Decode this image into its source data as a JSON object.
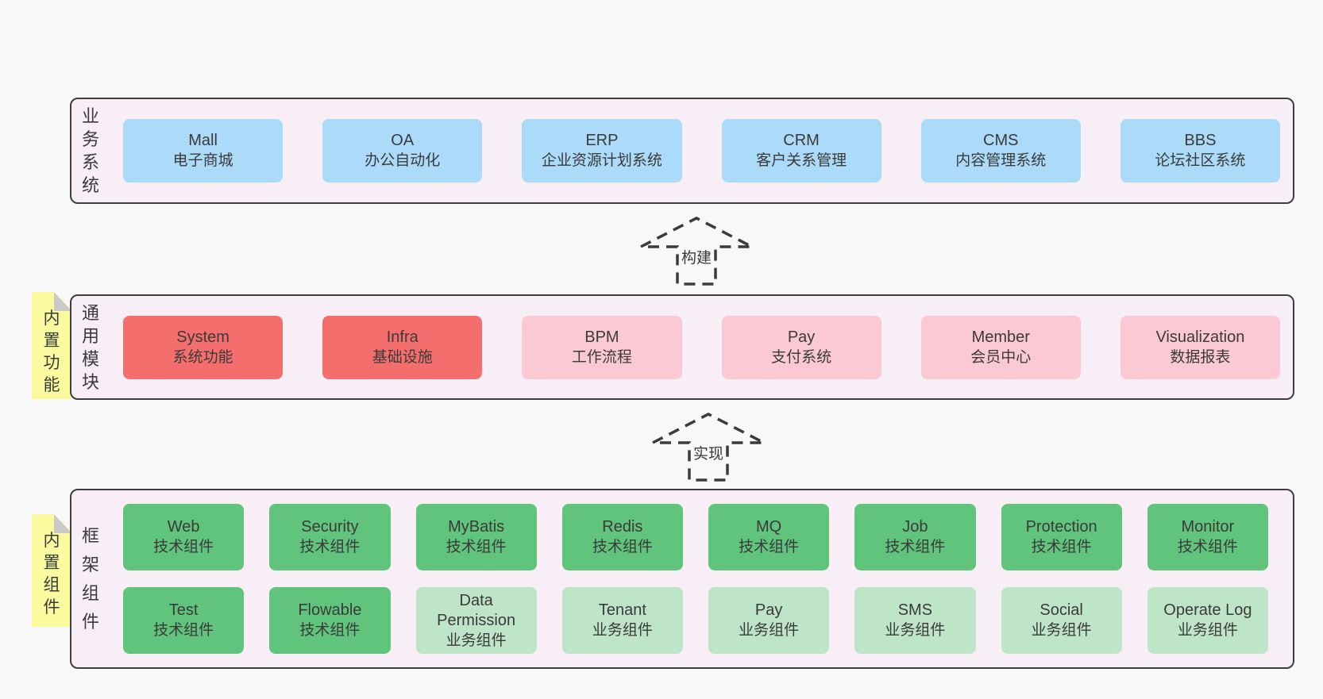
{
  "colors": {
    "page-bg": "#f8f8f8",
    "band-bg": "#f7eef6",
    "band-border": "#3e3e3e",
    "box-text": "#3a3a3a",
    "blue": "#abdbf8",
    "red": "#f56e6e",
    "pink": "#fbc9d3",
    "green": "#60c47c",
    "green-light": "#bee5c8",
    "note-bg": "#fbfa9e",
    "note-fold": "#c9c9c9",
    "arrow-stroke": "#3b3b3b"
  },
  "bands": {
    "business": {
      "label": "业务系统",
      "boxes": [
        {
          "name": "Mall",
          "subtitle": "电子商城"
        },
        {
          "name": "OA",
          "subtitle": "办公自动化"
        },
        {
          "name": "ERP",
          "subtitle": "企业资源计划系统"
        },
        {
          "name": "CRM",
          "subtitle": "客户关系管理"
        },
        {
          "name": "CMS",
          "subtitle": "内容管理系统"
        },
        {
          "name": "BBS",
          "subtitle": "论坛社区系统"
        }
      ]
    },
    "modules": {
      "label": "通用模块",
      "note": "内置功能",
      "boxes": [
        {
          "name": "System",
          "subtitle": "系统功能"
        },
        {
          "name": "Infra",
          "subtitle": "基础设施"
        },
        {
          "name": "BPM",
          "subtitle": "工作流程"
        },
        {
          "name": "Pay",
          "subtitle": "支付系统"
        },
        {
          "name": "Member",
          "subtitle": "会员中心"
        },
        {
          "name": "Visualization",
          "subtitle": "数据报表"
        }
      ]
    },
    "components": {
      "label": "框架组件",
      "note": "内置组件",
      "boxes": [
        {
          "name": "Web",
          "subtitle": "技术组件"
        },
        {
          "name": "Security",
          "subtitle": "技术组件"
        },
        {
          "name": "MyBatis",
          "subtitle": "技术组件"
        },
        {
          "name": "Redis",
          "subtitle": "技术组件"
        },
        {
          "name": "MQ",
          "subtitle": "技术组件"
        },
        {
          "name": "Job",
          "subtitle": "技术组件"
        },
        {
          "name": "Protection",
          "subtitle": "技术组件"
        },
        {
          "name": "Monitor",
          "subtitle": "技术组件"
        },
        {
          "name": "Test",
          "subtitle": "技术组件"
        },
        {
          "name": "Flowable",
          "subtitle": "技术组件"
        },
        {
          "name": "Data Permission",
          "subtitle": "业务组件"
        },
        {
          "name": "Tenant",
          "subtitle": "业务组件"
        },
        {
          "name": "Pay",
          "subtitle": "业务组件"
        },
        {
          "name": "SMS",
          "subtitle": "业务组件"
        },
        {
          "name": "Social",
          "subtitle": "业务组件"
        },
        {
          "name": "Operate Log",
          "subtitle": "业务组件"
        }
      ]
    }
  },
  "arrows": [
    {
      "label": "构建"
    },
    {
      "label": "实现"
    }
  ]
}
